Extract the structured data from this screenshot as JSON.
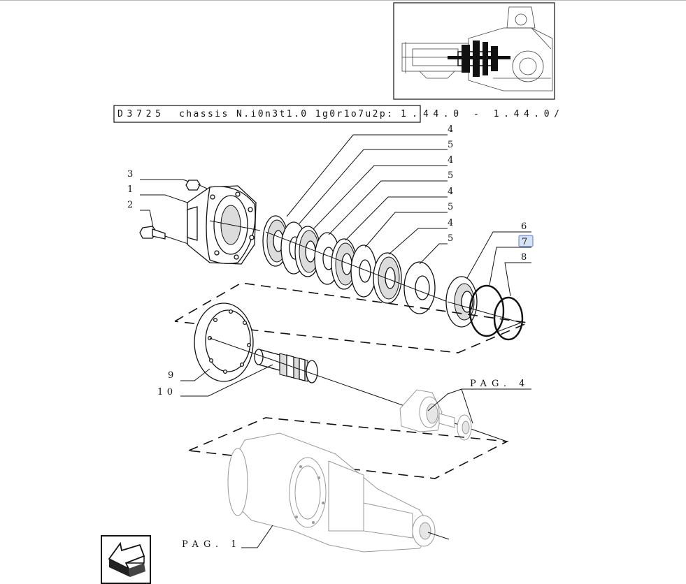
{
  "header": {
    "code": "D3725",
    "chassis_label": "chassis N.i0n3t1.0 1g0r1o7u2p:",
    "value_boxed": "1.",
    "value_rest": "44.0 - 1.44.0/"
  },
  "callouts": {
    "c3": "3",
    "c1": "1",
    "c2": "2",
    "s4a": "4",
    "s5a": "5",
    "s4b": "4",
    "s5b": "5",
    "s4c": "4",
    "s5c": "5",
    "s4d": "4",
    "s5d": "5",
    "c6": "6",
    "c7": "7",
    "c8": "8",
    "c9": "9",
    "c10": "10"
  },
  "page_refs": {
    "pag4": "PAG. 4",
    "pag1": "PAG. 1"
  },
  "icons": {
    "navigation": "back-arrow-icon",
    "thumbnail": "assembly-thumbnail"
  },
  "colors": {
    "line": "#111111",
    "selection_fill": "#d6e2f6",
    "selection_border": "#5a7ac0"
  }
}
